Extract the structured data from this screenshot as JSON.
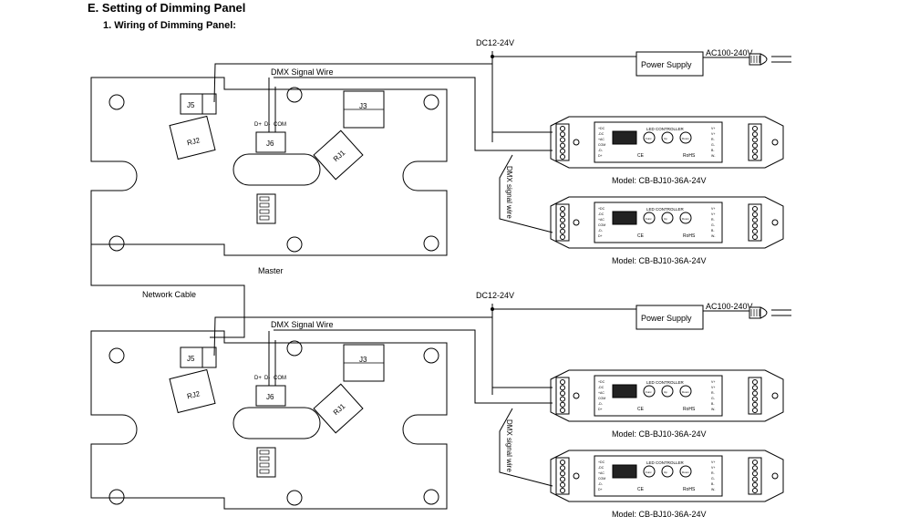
{
  "section_title": "E. Setting of Dimming Panel",
  "subsection_title": "1. Wiring of Dimming Panel:",
  "power_input": "DC12-24V",
  "power_supply_label": "Power Supply",
  "ac_label": "AC100-240V",
  "dmx_signal_wire_top": "DMX Signal Wire",
  "dmx_signal_wire_bottom": "DMX Signal  Wire",
  "dmx_signal_wire_vertical": "DMX signal wire",
  "network_cable": "Network  Cable",
  "master_label": "Master",
  "panel_labels": {
    "j5": "J5",
    "rj2": "RJ2",
    "j6": "J6",
    "j3": "J3",
    "rj1": "RJ1",
    "d_plus": "D+",
    "d_minus": "D-",
    "com": "COM"
  },
  "controller_header": "LED CONTROLLER",
  "controller_model_label": "Model: CB-BJ10-36A-24V",
  "controller_badges": {
    "ce": "CE",
    "rohs": "RoHS"
  },
  "controller_buttons": [
    "Func",
    "Up",
    "Down"
  ],
  "controller_left_pins": [
    "+DC",
    "-DC",
    "+AC",
    "COM",
    "-D-",
    "D+"
  ],
  "controller_right_pins": [
    "V+",
    "V+",
    "R-",
    "G-",
    "B-",
    "W-"
  ]
}
